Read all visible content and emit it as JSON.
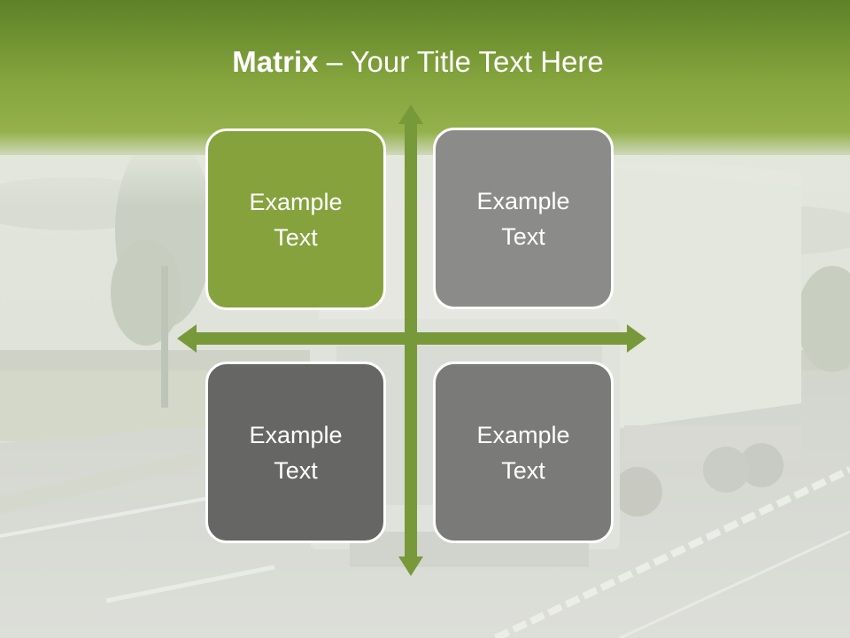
{
  "slide": {
    "title_bold": "Matrix",
    "title_rest": " – Your Title Text Here"
  },
  "matrix": {
    "cells": [
      {
        "text": "Example Text",
        "color": "#86a23c"
      },
      {
        "text": "Example Text",
        "color": "#8b8c8a"
      },
      {
        "text": "Example Text",
        "color": "#666665"
      },
      {
        "text": "Example Text",
        "color": "#7a7a79"
      }
    ],
    "arrow_color": "#78993a"
  },
  "colors": {
    "header_top": "#5f8227",
    "header_bottom": "#94b14a",
    "background": "#dfe2db"
  }
}
